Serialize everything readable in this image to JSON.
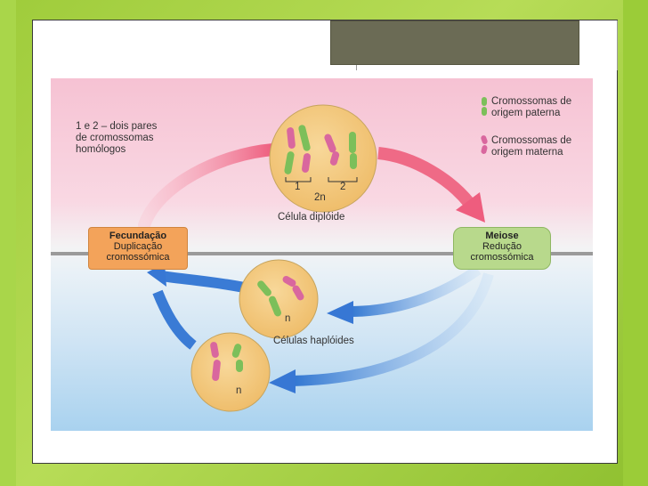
{
  "figure": {
    "top_left_note": [
      "1 e 2 – dois pares",
      "de cromossomas",
      "homólogos"
    ],
    "legend": {
      "paternal": [
        "Cromossomas de",
        "origem paterna"
      ],
      "maternal": [
        "Cromossomas de",
        "origem materna"
      ]
    },
    "diploid_cell": {
      "pair_label_1": "1",
      "pair_label_2": "2",
      "ploidy": "2n",
      "caption": "Célula diplóide"
    },
    "haploid_cells": {
      "ploidy_1": "n",
      "ploidy_2": "n",
      "caption": "Células haplóides"
    },
    "fecundacao": {
      "title": "Fecundação",
      "line1": "Duplicação",
      "line2": "cromossómica"
    },
    "meiose": {
      "title": "Meiose",
      "line1": "Redução",
      "line2": "cromossómica"
    }
  },
  "colors": {
    "paternal": "#7cbf5a",
    "maternal": "#d9679e",
    "cell_fill": "#f3c87c",
    "arrow_pink": "#ef6f88",
    "arrow_blue": "#3d7fd6"
  }
}
